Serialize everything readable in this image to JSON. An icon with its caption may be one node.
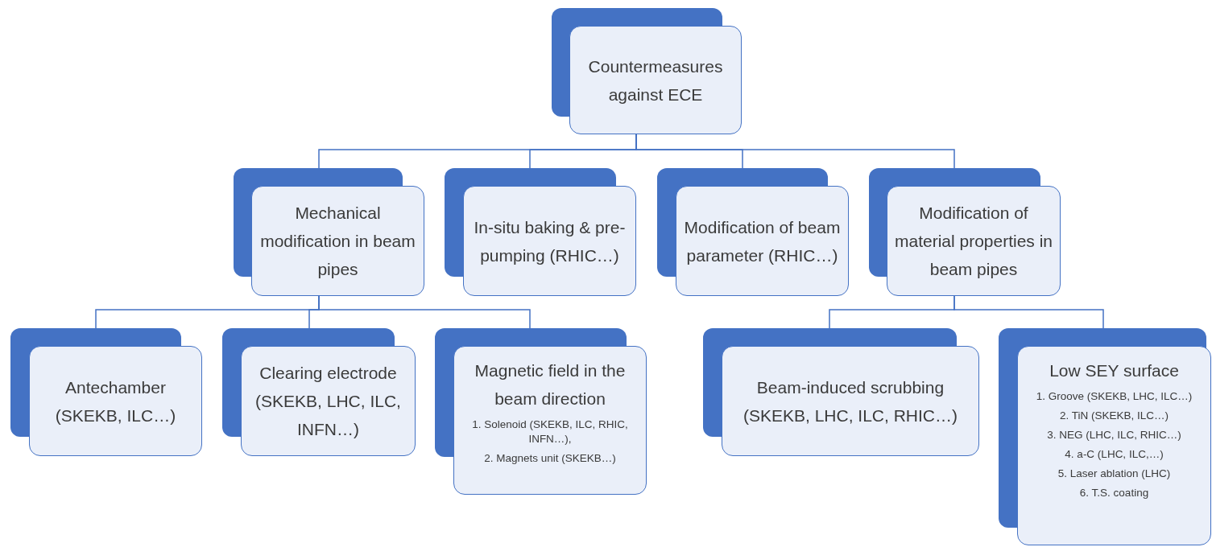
{
  "diagram": {
    "nodes": [
      {
        "text": [
          "Countermeasures against ECE"
        ]
      },
      {
        "text": [
          "Mechanical modification in beam pipes"
        ]
      },
      {
        "text": [
          "In-situ baking & pre-pumping (RHIC…)"
        ]
      },
      {
        "text": [
          "Modification of beam parameter (RHIC…)"
        ]
      },
      {
        "text": [
          "Modification of material properties in beam pipes"
        ]
      },
      {
        "text": [
          "Antechamber (SKEKB, ILC…)"
        ]
      },
      {
        "text": [
          "Clearing electrode (SKEKB, LHC, ILC, INFN…)"
        ]
      },
      {
        "text": [
          "Magnetic field in the beam direction",
          "1. Solenoid (SKEKB, ILC, RHIC, INFN…),",
          "2. Magnets unit (SKEKB…)"
        ]
      },
      {
        "text": [
          "Beam-induced scrubbing (SKEKB, LHC, ILC, RHIC…)"
        ]
      },
      {
        "text": [
          "Low SEY surface",
          "1. Groove (SKEKB, LHC, ILC…)",
          "2. TiN (SKEKB, ILC…)",
          "3. NEG (LHC, ILC, RHIC…)",
          "4. a-C (LHC, ILC,…)",
          "5. Laser ablation (LHC)",
          "6. T.S. coating"
        ]
      }
    ],
    "edges": [
      {
        "from": 0,
        "to": 1,
        "arrow": "none"
      },
      {
        "from": 0,
        "to": 2,
        "arrow": "none"
      },
      {
        "from": 0,
        "to": 3,
        "arrow": "none"
      },
      {
        "from": 0,
        "to": 4,
        "arrow": "none"
      },
      {
        "from": 1,
        "to": 5,
        "arrow": "none"
      },
      {
        "from": 1,
        "to": 6,
        "arrow": "none"
      },
      {
        "from": 1,
        "to": 7,
        "arrow": "none"
      },
      {
        "from": 4,
        "to": 8,
        "arrow": "none"
      },
      {
        "from": 4,
        "to": 9,
        "arrow": "none"
      }
    ]
  }
}
